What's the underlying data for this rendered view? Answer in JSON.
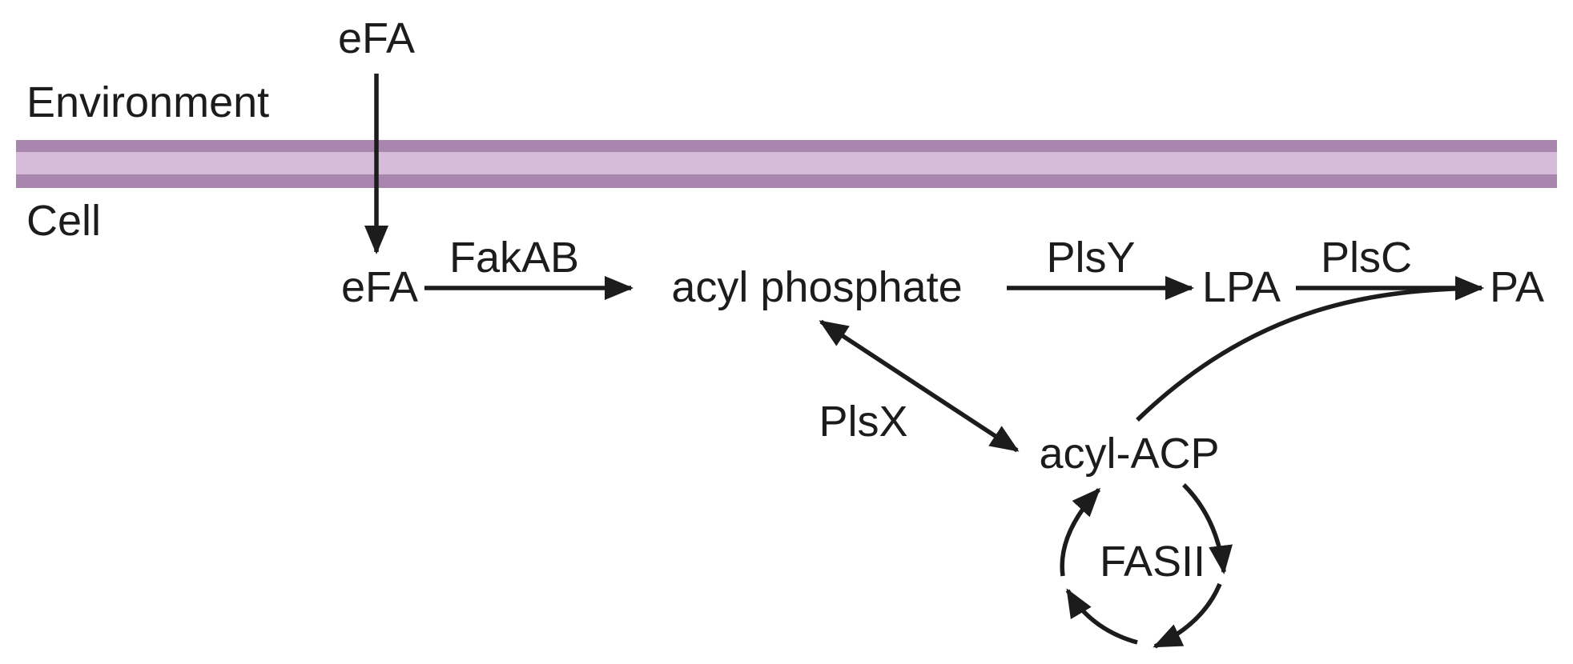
{
  "regions": {
    "environment": "Environment",
    "cell": "Cell"
  },
  "nodes": {
    "efa_outside": "eFA",
    "efa_inside": "eFA",
    "acyl_phosphate": "acyl phosphate",
    "lpa": "LPA",
    "pa": "PA",
    "acyl_acp": "acyl-ACP"
  },
  "enzymes": {
    "fakab": "FakAB",
    "plsy": "PlsY",
    "plsc": "PlsC",
    "plsx": "PlsX",
    "fasii": "FASII"
  },
  "colors": {
    "membrane_outer": "#a986ad",
    "membrane_inner": "#d6bcd9",
    "ink": "#1c1c1c"
  }
}
